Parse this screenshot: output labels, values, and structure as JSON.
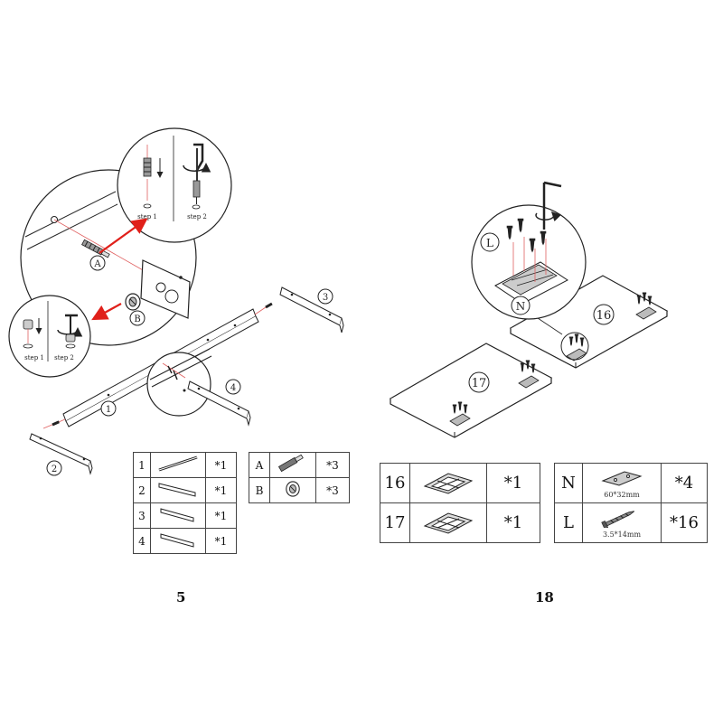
{
  "left_page": {
    "page_number": "5",
    "callouts": {
      "part1": "1",
      "part2": "2",
      "part3": "3",
      "part4": "4",
      "hw_a": "A",
      "hw_b": "B"
    },
    "steps": {
      "top_step1": "step 1",
      "top_step2": "step 2",
      "left_step1": "step 1",
      "left_step2": "step 2"
    },
    "parts_table": [
      {
        "id": "1",
        "qty": "*1"
      },
      {
        "id": "2",
        "qty": "*1"
      },
      {
        "id": "3",
        "qty": "*1"
      },
      {
        "id": "4",
        "qty": "*1"
      }
    ],
    "hardware_table": [
      {
        "id": "A",
        "qty": "*3"
      },
      {
        "id": "B",
        "qty": "*3"
      }
    ]
  },
  "right_page": {
    "page_number": "18",
    "callouts": {
      "part16": "16",
      "part17": "17",
      "hw_l": "L",
      "hw_n": "N"
    },
    "parts_table": [
      {
        "id": "16",
        "qty": "*1"
      },
      {
        "id": "17",
        "qty": "*1"
      }
    ],
    "hardware_table": [
      {
        "id": "N",
        "spec": "60*32mm",
        "qty": "*4"
      },
      {
        "id": "L",
        "spec": "3.5*14mm",
        "qty": "*16"
      }
    ]
  },
  "colors": {
    "arrow": "#e0201a",
    "line": "#222222",
    "guide": "#e06060"
  },
  "icons": [
    "allen-key-icon",
    "cam-bolt-icon",
    "cam-lock-icon",
    "screw-icon",
    "connector-plate-icon",
    "rotation-arrow-icon"
  ]
}
